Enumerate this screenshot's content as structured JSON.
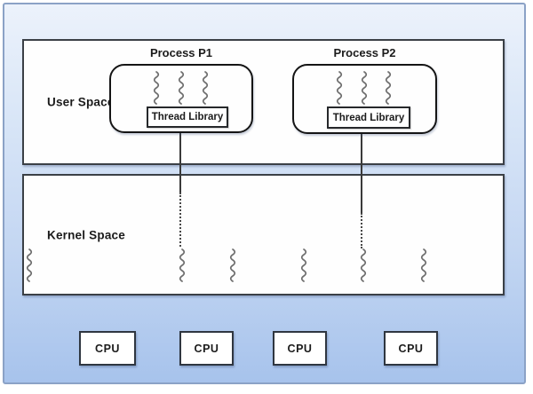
{
  "user_space": {
    "label": "User Space",
    "processes": [
      {
        "label": "Process P1",
        "thread_library_label": "Thread Library",
        "user_thread_count": 3
      },
      {
        "label": "Process P2",
        "thread_library_label": "Thread Library",
        "user_thread_count": 3
      }
    ]
  },
  "kernel_space": {
    "label": "Kernel Space",
    "kernel_thread_count": 6
  },
  "cpus": [
    {
      "label": "CPU"
    },
    {
      "label": "CPU"
    },
    {
      "label": "CPU"
    },
    {
      "label": "CPU"
    }
  ],
  "icons": {
    "user_thread": "wavy-line-thread-icon",
    "kernel_thread": "wavy-line-thread-icon"
  },
  "colors": {
    "canvas_gradient_top": "#ecf2fb",
    "canvas_gradient_bottom": "#a7c3ec",
    "frame_border": "#8ba2c6",
    "section_border": "#3b4046",
    "process_border": "#151515",
    "thread_stroke": "#6f6f6f",
    "connector": "#3a3a3a",
    "box_fill": "#ffffff",
    "text": "#1b1b1b"
  }
}
